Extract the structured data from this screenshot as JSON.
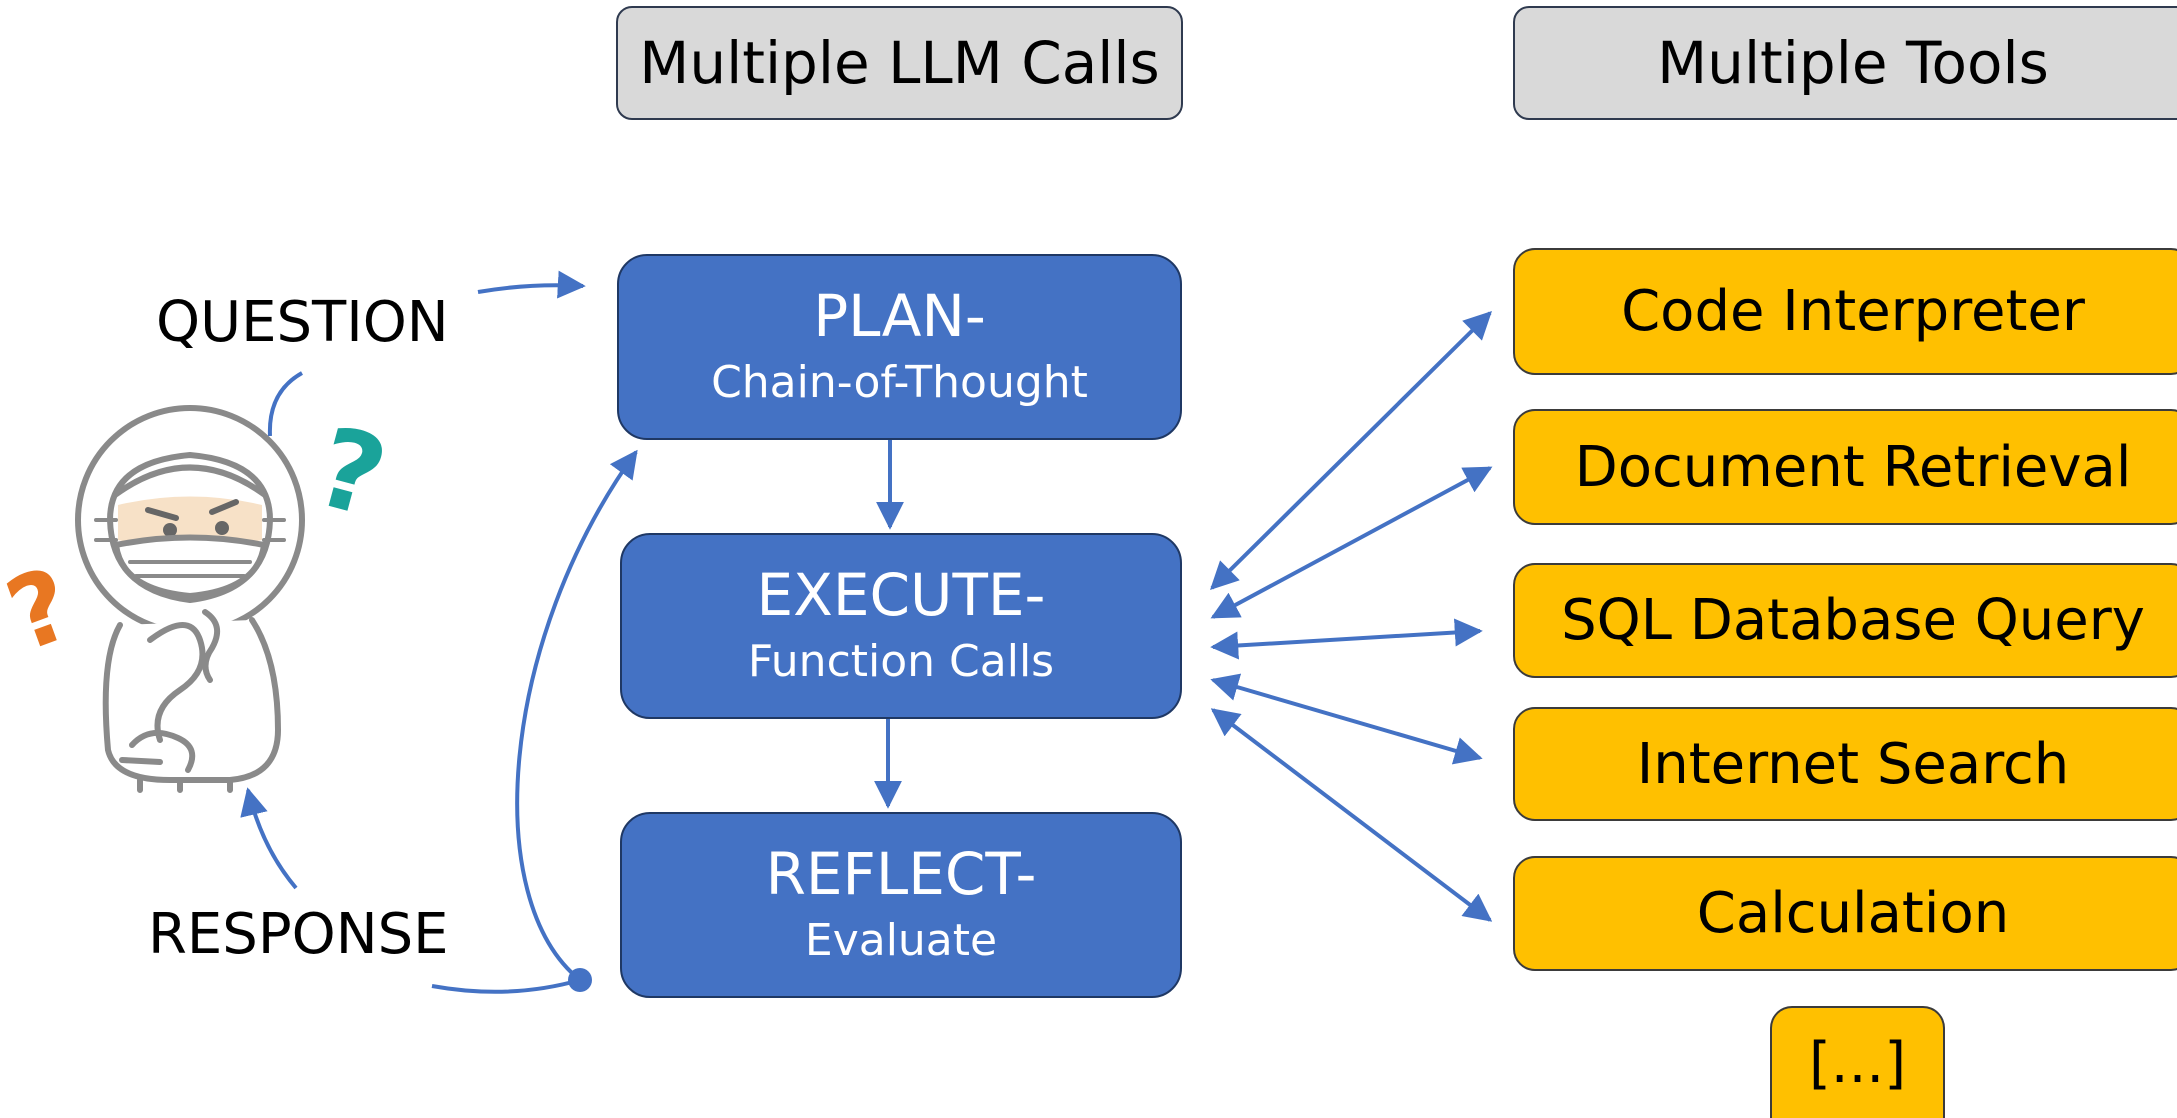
{
  "headers": {
    "llm_calls": "Multiple LLM Calls",
    "tools": "Multiple Tools"
  },
  "labels": {
    "question": "QUESTION",
    "response": "RESPONSE"
  },
  "steps": [
    {
      "title": "PLAN-",
      "subtitle": "Chain-of-Thought"
    },
    {
      "title": "EXECUTE-",
      "subtitle": "Function Calls"
    },
    {
      "title": "REFLECT-",
      "subtitle": "Evaluate"
    }
  ],
  "tools": [
    {
      "label": "Code Interpreter"
    },
    {
      "label": "Document Retrieval"
    },
    {
      "label": "SQL Database Query"
    },
    {
      "label": "Internet Search"
    },
    {
      "label": "Calculation"
    },
    {
      "label": "[...]"
    }
  ],
  "colors": {
    "step_fill": "#4472c4",
    "tool_fill": "#ffc000",
    "header_fill": "#d9d9d9",
    "arrow": "#4472c4",
    "question_mark_teal": "#1aa39a",
    "question_mark_orange": "#e87722"
  },
  "icons": {
    "person": "thinking-person-icon"
  }
}
